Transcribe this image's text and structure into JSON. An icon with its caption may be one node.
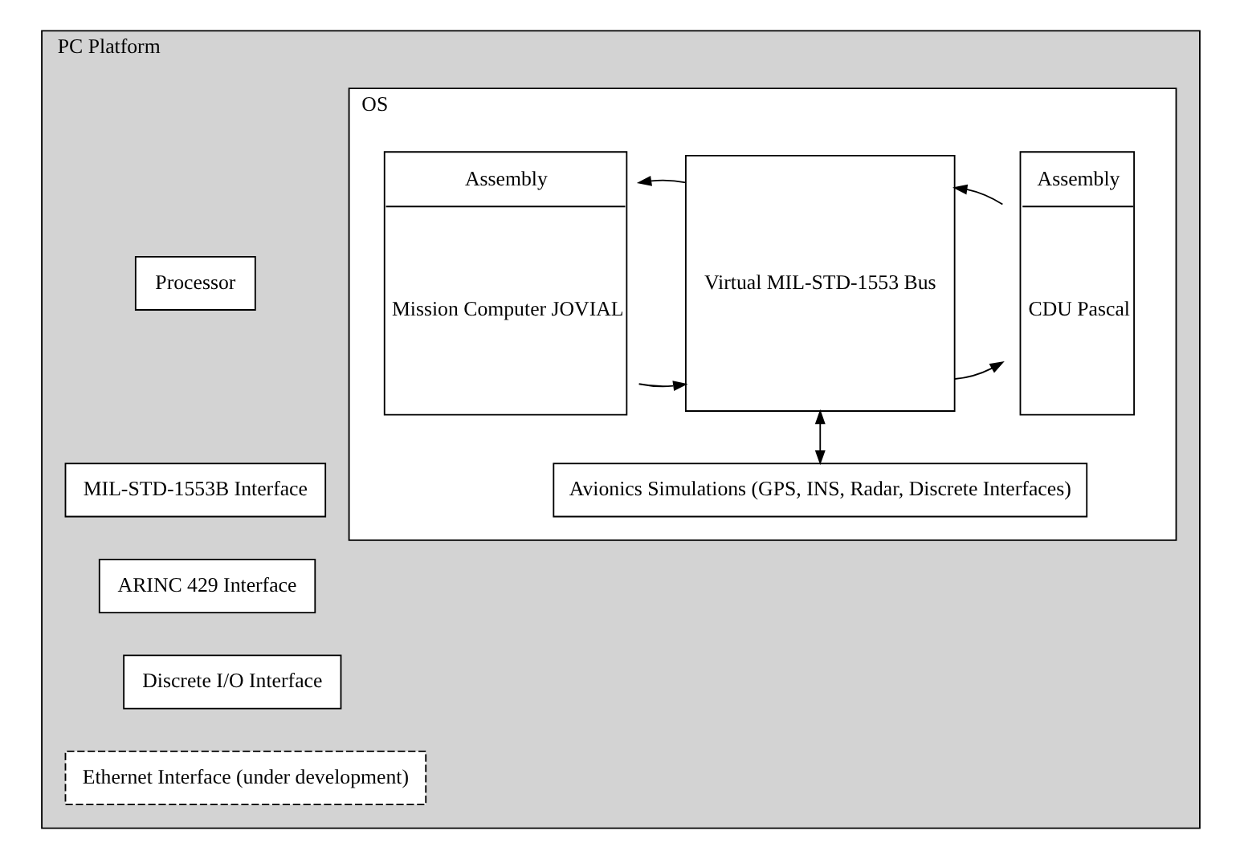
{
  "diagram": {
    "nodes": [
      {
        "text": [
          "PC Platform"
        ]
      },
      {
        "text": [
          "OS"
        ],
        "in": 0
      },
      {
        "text": [
          "Assembly",
          "CDU Pascal"
        ],
        "in": 1
      },
      {
        "text": [
          "Virtual MIL-STD-1553 Bus"
        ],
        "in": 1
      },
      {
        "text": [
          "Assembly",
          "Mission Computer JOVIAL"
        ],
        "in": 1
      },
      {
        "text": [
          "Avionics Simulations (GPS, INS, Radar, Discrete Interfaces)"
        ],
        "in": 1
      },
      {
        "text": [
          "Processor"
        ],
        "in": 0
      },
      {
        "text": [
          "MIL-STD-1553B Interface"
        ],
        "in": 0
      },
      {
        "text": [
          "ARINC 429 Interface"
        ],
        "in": 0
      },
      {
        "text": [
          "Discrete I/O Interface"
        ],
        "in": 0
      },
      {
        "text": [
          "Ethernet Interface (under development)"
        ],
        "in": 0
      }
    ],
    "edges": [
      {
        "from": 3,
        "to": 2,
        "arrow": "to"
      },
      {
        "from": 2,
        "to": 3,
        "arrow": "to"
      },
      {
        "from": 4,
        "to": 3,
        "arrow": "to"
      },
      {
        "from": 3,
        "to": 4,
        "arrow": "to"
      },
      {
        "from": 3,
        "to": 5,
        "arrow": "both"
      }
    ]
  }
}
